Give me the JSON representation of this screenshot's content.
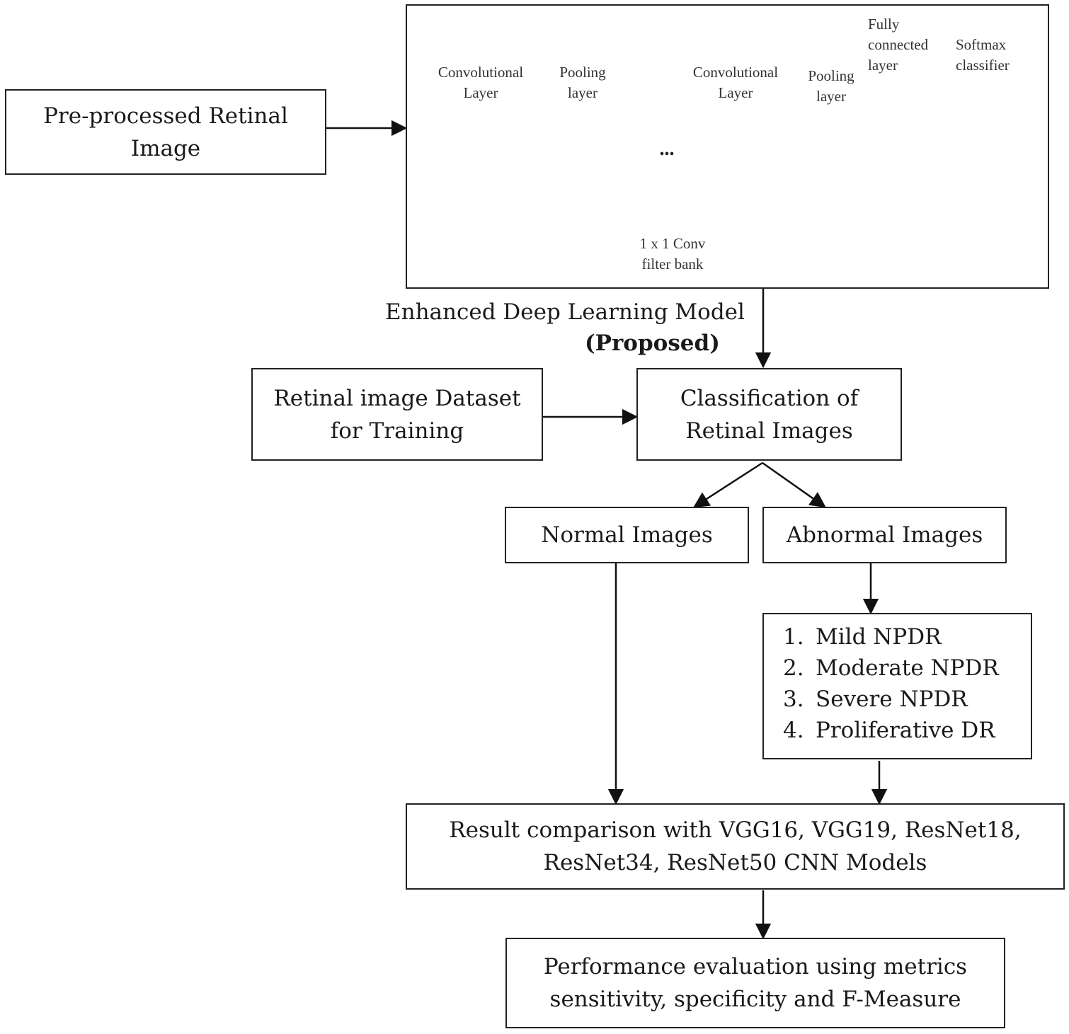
{
  "boxes": {
    "preprocessed": [
      "Pre-processed  Retinal",
      "Image"
    ],
    "dataset": [
      "Retinal image Dataset",
      "for Training"
    ],
    "classification": [
      "Classification of",
      "Retinal Images"
    ],
    "normal": "Normal Images",
    "abnormal": "Abnormal Images",
    "comparison": [
      "Result comparison with VGG16, VGG19, ResNet18,",
      "ResNet34, ResNet50  CNN Models"
    ],
    "performance": [
      "Performance  evaluation using metrics",
      "sensitivity, specificity and F-Measure"
    ]
  },
  "abnormal_classes": [
    {
      "num": "1.",
      "label": "Mild NPDR"
    },
    {
      "num": "2.",
      "label": "Moderate NPDR"
    },
    {
      "num": "3.",
      "label": "Severe NPDR"
    },
    {
      "num": "4.",
      "label": "Proliferative DR"
    }
  ],
  "model": {
    "caption": "Enhanced Deep Learning Model",
    "caption_bold": "(Proposed)",
    "conv1": [
      "Convolutional",
      "Layer"
    ],
    "pool1": [
      "Pooling",
      "layer"
    ],
    "ellipsis": "...",
    "conv2": [
      "Convolutional",
      "Layer"
    ],
    "pool2": [
      "Pooling",
      "layer"
    ],
    "fc": [
      "Fully",
      "connected",
      "layer"
    ],
    "softmax": [
      "Softmax",
      "classifier"
    ],
    "filter_bank": [
      "1 x 1 Conv",
      "filter bank"
    ]
  }
}
